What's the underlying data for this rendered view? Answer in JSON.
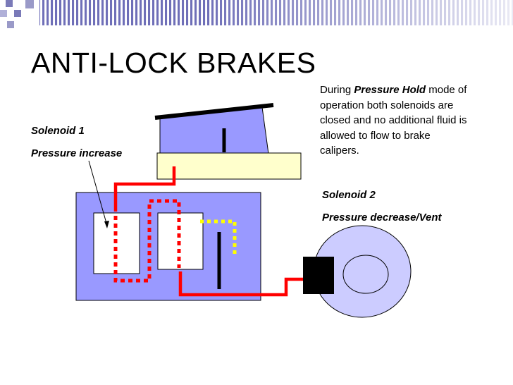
{
  "slide": {
    "title": "ANTI-LOCK BRAKES"
  },
  "labels": {
    "solenoid1_name": "Solenoid 1",
    "solenoid1_function": "Pressure increase",
    "solenoid2_name": "Solenoid 2",
    "solenoid2_function": "Pressure decrease/Vent"
  },
  "description": {
    "prefix": "During ",
    "mode": "Pressure Hold",
    "rest": " mode of operation both solenoids are closed and no additional fluid is allowed to flow to brake calipers."
  },
  "colors": {
    "header_stripes": "#6f6fb8",
    "reservoir": "#9999ff",
    "master_cylinder": "#ffffcc",
    "valve_block": "#9999ff",
    "rotor": "#ccccff",
    "pressure_line": "#ff0000",
    "vent_line": "#ffff00",
    "caliper": "#000000"
  },
  "icons": {
    "corner": "decorative-square-bullets"
  }
}
